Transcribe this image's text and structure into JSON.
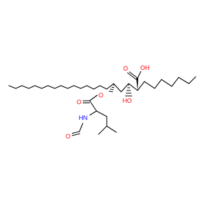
{
  "molecule": {
    "atom_labels": {
      "acid_hydroxyl": "OH",
      "acid_carbonyl_oxygen": "O",
      "secondary_hydroxyl": "HO",
      "ester_oxygen": "O",
      "ester_carbonyl_oxygen": "O",
      "amide_nitrogen": "HN",
      "formyl_oxygen": "O"
    },
    "colors": {
      "oxygen": "#ff0000",
      "nitrogen": "#0000ff",
      "bond": "#000000"
    }
  }
}
